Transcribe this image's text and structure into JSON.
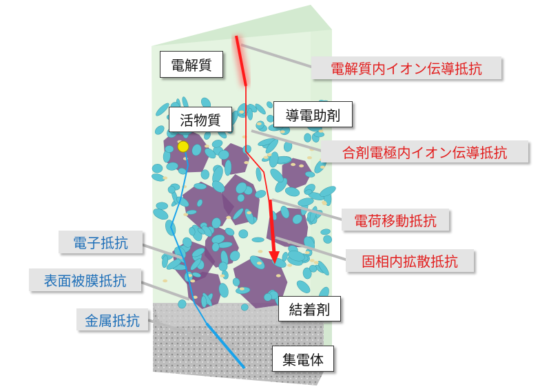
{
  "title": "電極内の抵抗成分",
  "components": {
    "electrolyte": "電解質",
    "active_material": "活物質",
    "conductive_additive": "導電助剤",
    "binder": "結着剤",
    "current_collector": "集電体"
  },
  "ionic_resistances": {
    "electrolyte_ion_conduction": "電解質内イオン伝導抵抗",
    "composite_ion_conduction": "合剤電極内イオン伝導抵抗",
    "charge_transfer": "電荷移動抵抗",
    "solid_diffusion": "固相内拡散抵抗"
  },
  "electronic_resistances": {
    "electronic": "電子抵抗",
    "surface_film": "表面被膜抵抗",
    "metal": "金属抵抗"
  },
  "colors": {
    "ion_path": "#ff1a1a",
    "electron_path": "#1aa3ea",
    "active": "#7a4f86",
    "additive": "#5cc6d4",
    "electrolyte": "#d8efd5"
  }
}
